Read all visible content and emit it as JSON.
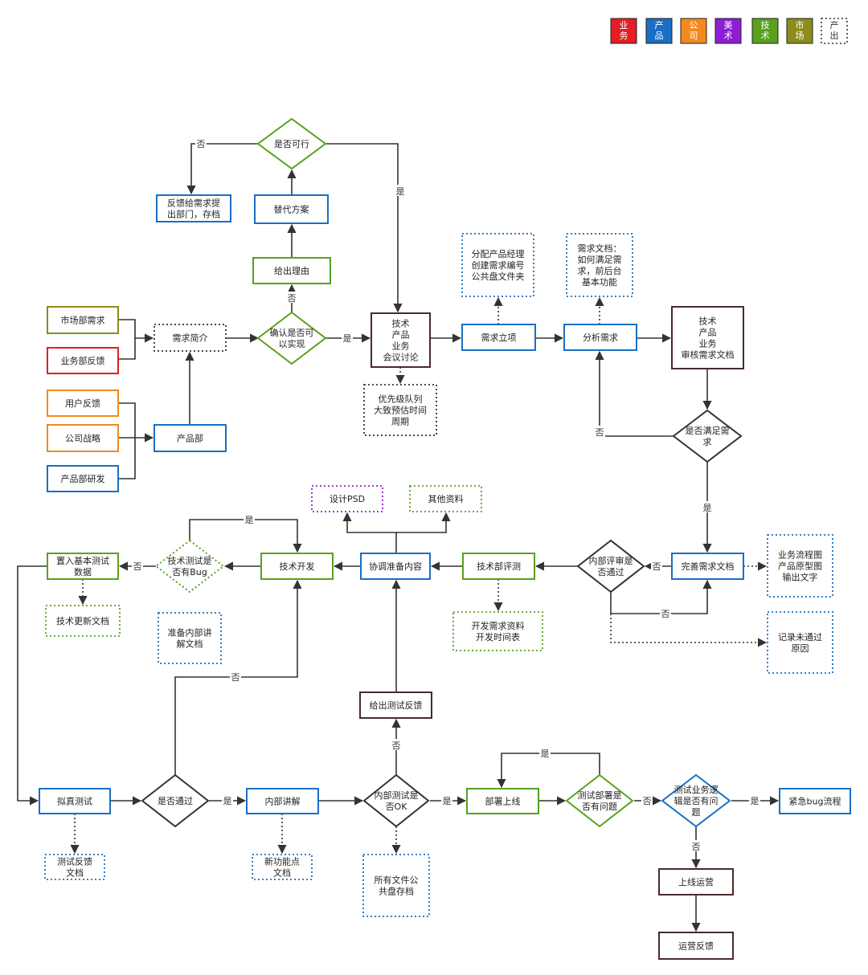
{
  "colors": {
    "biz": "#e31e24",
    "product": "#1a6fc4",
    "company": "#f28a1e",
    "design": "#8e1ed6",
    "tech": "#5aa01e",
    "market": "#8c8c1e",
    "output": "#4a2a2a",
    "line": "#333333",
    "neutral": "#333333"
  },
  "legend": [
    {
      "text": "业\n务",
      "color": "biz",
      "style": "solid"
    },
    {
      "text": "产\n品",
      "color": "product",
      "style": "solid"
    },
    {
      "text": "公\n司",
      "color": "company",
      "style": "solid"
    },
    {
      "text": "美\n术",
      "color": "design",
      "style": "solid"
    },
    {
      "text": "技\n术",
      "color": "tech",
      "style": "solid"
    },
    {
      "text": "市\n场",
      "color": "market",
      "style": "solid"
    },
    {
      "text": "产\n出",
      "color": "output",
      "style": "dotted"
    }
  ],
  "nodes": {
    "feasible": "是否可行",
    "feedback_archive": "反馈给需求提\n出部门，存档",
    "alternative": "替代方案",
    "give_reason": "给出理由",
    "market_req": "市场部需求",
    "biz_feedback": "业务部反馈",
    "req_brief": "需求简介",
    "confirm_feasible": "确认是否可\n以实现",
    "meeting": "技术\n产品\n业务\n会议讨论",
    "priority": "优先级队列\n大致预估时间\n周期",
    "req_setup": "需求立项",
    "assign_pm": "分配产品经理\n创建需求编号\n公共盘文件夹",
    "analyze_req": "分析需求",
    "req_doc": "需求文档：\n如何满足需\n求，前后台\n基本功能",
    "review_doc": "技术\n产品\n业务\n审核需求文档",
    "user_feedback": "用户反馈",
    "company_strategy": "公司战略",
    "product_rnd": "产品部研发",
    "product_dept": "产品部",
    "meets_req": "是否满足需\n求",
    "design_psd": "设计PSD",
    "other_material": "其他资料",
    "coordinate": "协调准备内容",
    "tech_dev": "技术开发",
    "tech_test_bug": "技术测试是\n否有Bug",
    "basic_test_data": "置入基本测试\n数据",
    "tech_update_doc": "技术更新文档",
    "prepare_doc": "准备内部讲\n解文档",
    "tech_review": "技术部评测",
    "dev_req_material": "开发需求资料\n开发时间表",
    "internal_review": "内部评审是\n否通过",
    "improve_doc": "完善需求文档",
    "biz_flow_chart": "业务流程图\n产品原型图\n输出文字",
    "record_fail": "记录未通过\n原因",
    "give_test_feedback": "给出测试反馈",
    "sim_test": "拟真测试",
    "passed": "是否通过",
    "internal_explain": "内部讲解",
    "internal_test_ok": "内部测试是\n否OK",
    "deploy": "部署上线",
    "test_deploy_issue": "测试部署是\n否有问题",
    "test_logic_issue": "测试业务逻\n辑是否有问\n题",
    "urgent_bug": "紧急bug流程",
    "test_feedback_doc": "测试反馈\n文档",
    "new_feature_doc": "新功能点\n文档",
    "archive_all": "所有文件公\n共盘存档",
    "go_live": "上线运营",
    "ops_feedback": "运营反馈"
  },
  "edge_labels": {
    "yes": "是",
    "no": "否"
  }
}
